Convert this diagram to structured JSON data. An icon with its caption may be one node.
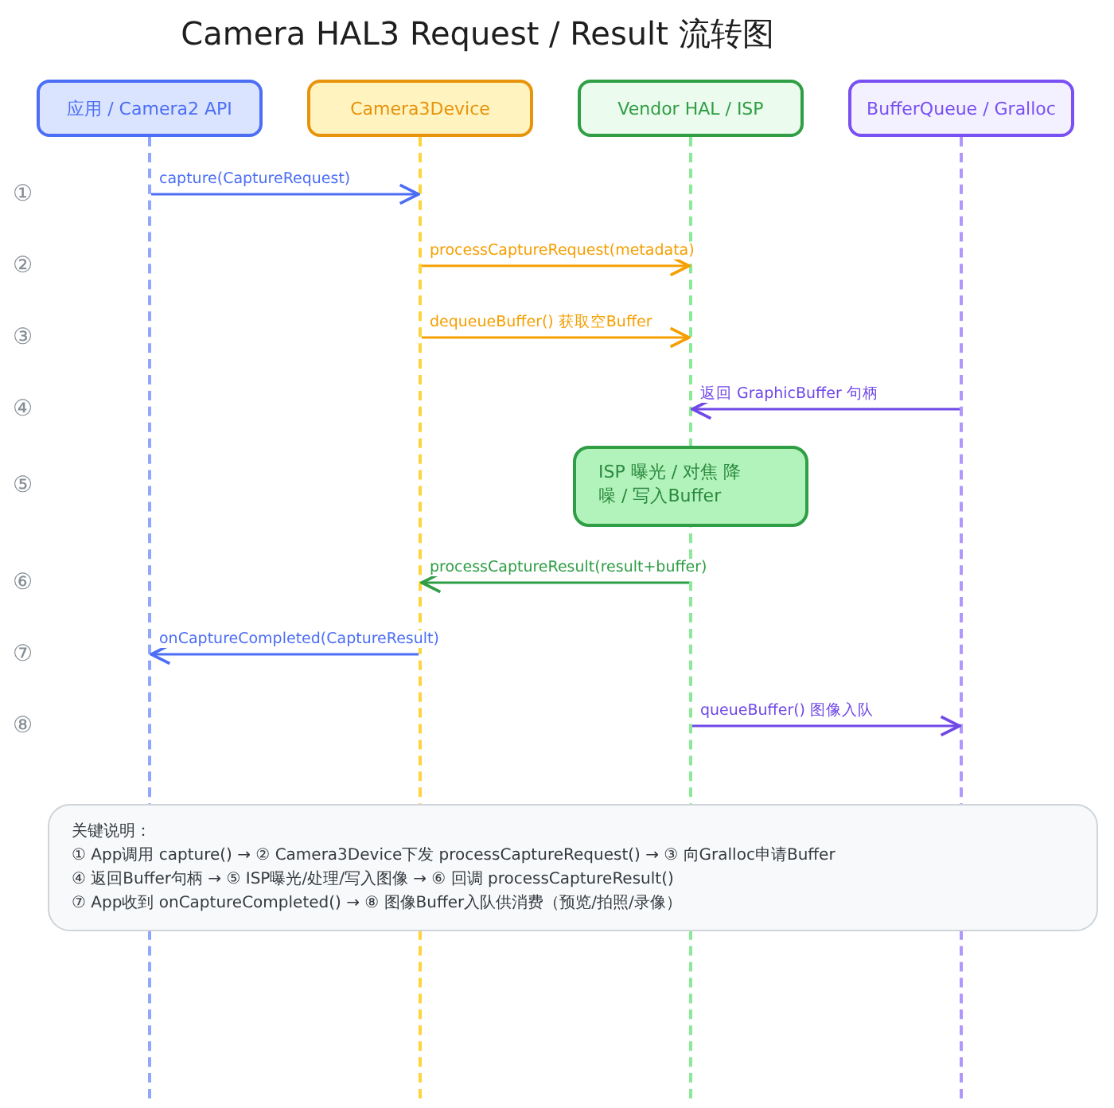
{
  "diagram": {
    "title": "Camera HAL3 Request / Result 流转图",
    "nodes": [
      {
        "text": [
          "应用 / Camera2 API"
        ]
      },
      {
        "text": [
          "Camera3Device"
        ]
      },
      {
        "text": [
          "Vendor HAL / ISP"
        ]
      },
      {
        "text": [
          "BufferQueue / Gralloc"
        ]
      },
      {
        "text": [],
        "shape": "line"
      },
      {
        "text": [],
        "shape": "line"
      },
      {
        "text": [],
        "shape": "line"
      },
      {
        "text": [],
        "shape": "line"
      },
      {
        "text": [
          "ISP 曝光 / 对焦 降噪 / 写入Buffer"
        ]
      },
      {
        "text": [
          "关键说明：",
          "① App调用 capture() → ② Camera3Device下发 processCaptureRequest() → ③ 向Gralloc申请Buffer",
          "④ 返回Buffer句柄 → ⑤ ISP曝光/处理/写入图像 → ⑥ 回调 processCaptureResult()",
          "⑦ App收到 onCaptureCompleted() → ⑧ 图像Buffer入队供消费（预览/拍照/录像）"
        ]
      }
    ],
    "edges": [
      {
        "from": 4,
        "to": 5,
        "arrow": "to",
        "label": "capture(CaptureRequest)",
        "color": "#4c6ef5"
      },
      {
        "from": 5,
        "to": 6,
        "arrow": "to",
        "label": "processCaptureRequest(metadata)",
        "color": "#f59f00"
      },
      {
        "from": 5,
        "to": 6,
        "arrow": "to",
        "label": "dequeueBuffer() 获取空Buffer",
        "color": "#f59f00"
      },
      {
        "from": 7,
        "to": 6,
        "arrow": "to",
        "label": "返回 GraphicBuffer 句柄",
        "color": "#7048e8"
      },
      {
        "from": 6,
        "to": 5,
        "arrow": "to",
        "label": "processCaptureResult(result+buffer)",
        "color": "#2f9e44"
      },
      {
        "from": 5,
        "to": 4,
        "arrow": "to",
        "label": "onCaptureCompleted(CaptureResult)",
        "color": "#4c6ef5"
      },
      {
        "from": 6,
        "to": 7,
        "arrow": "to",
        "label": "queueBuffer() 图像入队",
        "color": "#7048e8"
      }
    ],
    "labels": [
      "①",
      "②",
      "③",
      "④",
      "⑤",
      "⑥",
      "⑦",
      "⑧"
    ]
  }
}
